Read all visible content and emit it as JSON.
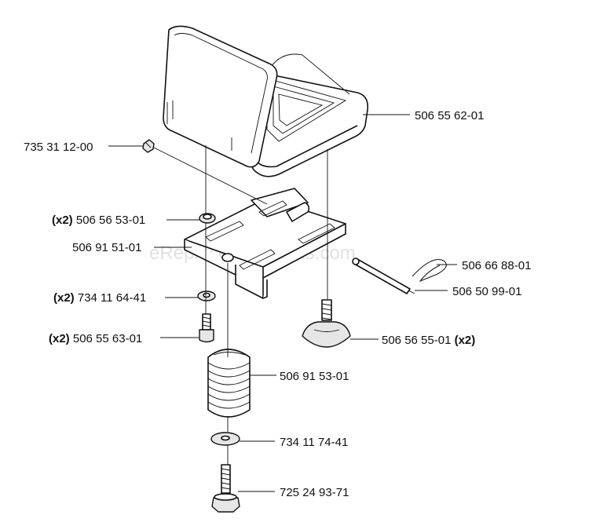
{
  "watermark": "eReplacementParts.com",
  "parts": [
    {
      "id": "seat",
      "number": "506 55 62-01",
      "qty": ""
    },
    {
      "id": "screw-top",
      "number": "735 31 12-00",
      "qty": ""
    },
    {
      "id": "nut",
      "number": "506 56 53-01",
      "qty": "(x2)"
    },
    {
      "id": "bracket",
      "number": "506 91 51-01",
      "qty": ""
    },
    {
      "id": "clip",
      "number": "506 66 88-01",
      "qty": ""
    },
    {
      "id": "pin",
      "number": "506 50 99-01",
      "qty": ""
    },
    {
      "id": "washer-small",
      "number": "734 11 64-41",
      "qty": "(x2)"
    },
    {
      "id": "knob",
      "number": "506 56 55-01",
      "qty": "(x2)"
    },
    {
      "id": "bolt",
      "number": "506 55 63-01",
      "qty": "(x2)"
    },
    {
      "id": "spring",
      "number": "506 91 53-01",
      "qty": ""
    },
    {
      "id": "washer-large",
      "number": "734 11 74-41",
      "qty": ""
    },
    {
      "id": "flange-bolt",
      "number": "725 24 93-71",
      "qty": ""
    }
  ]
}
